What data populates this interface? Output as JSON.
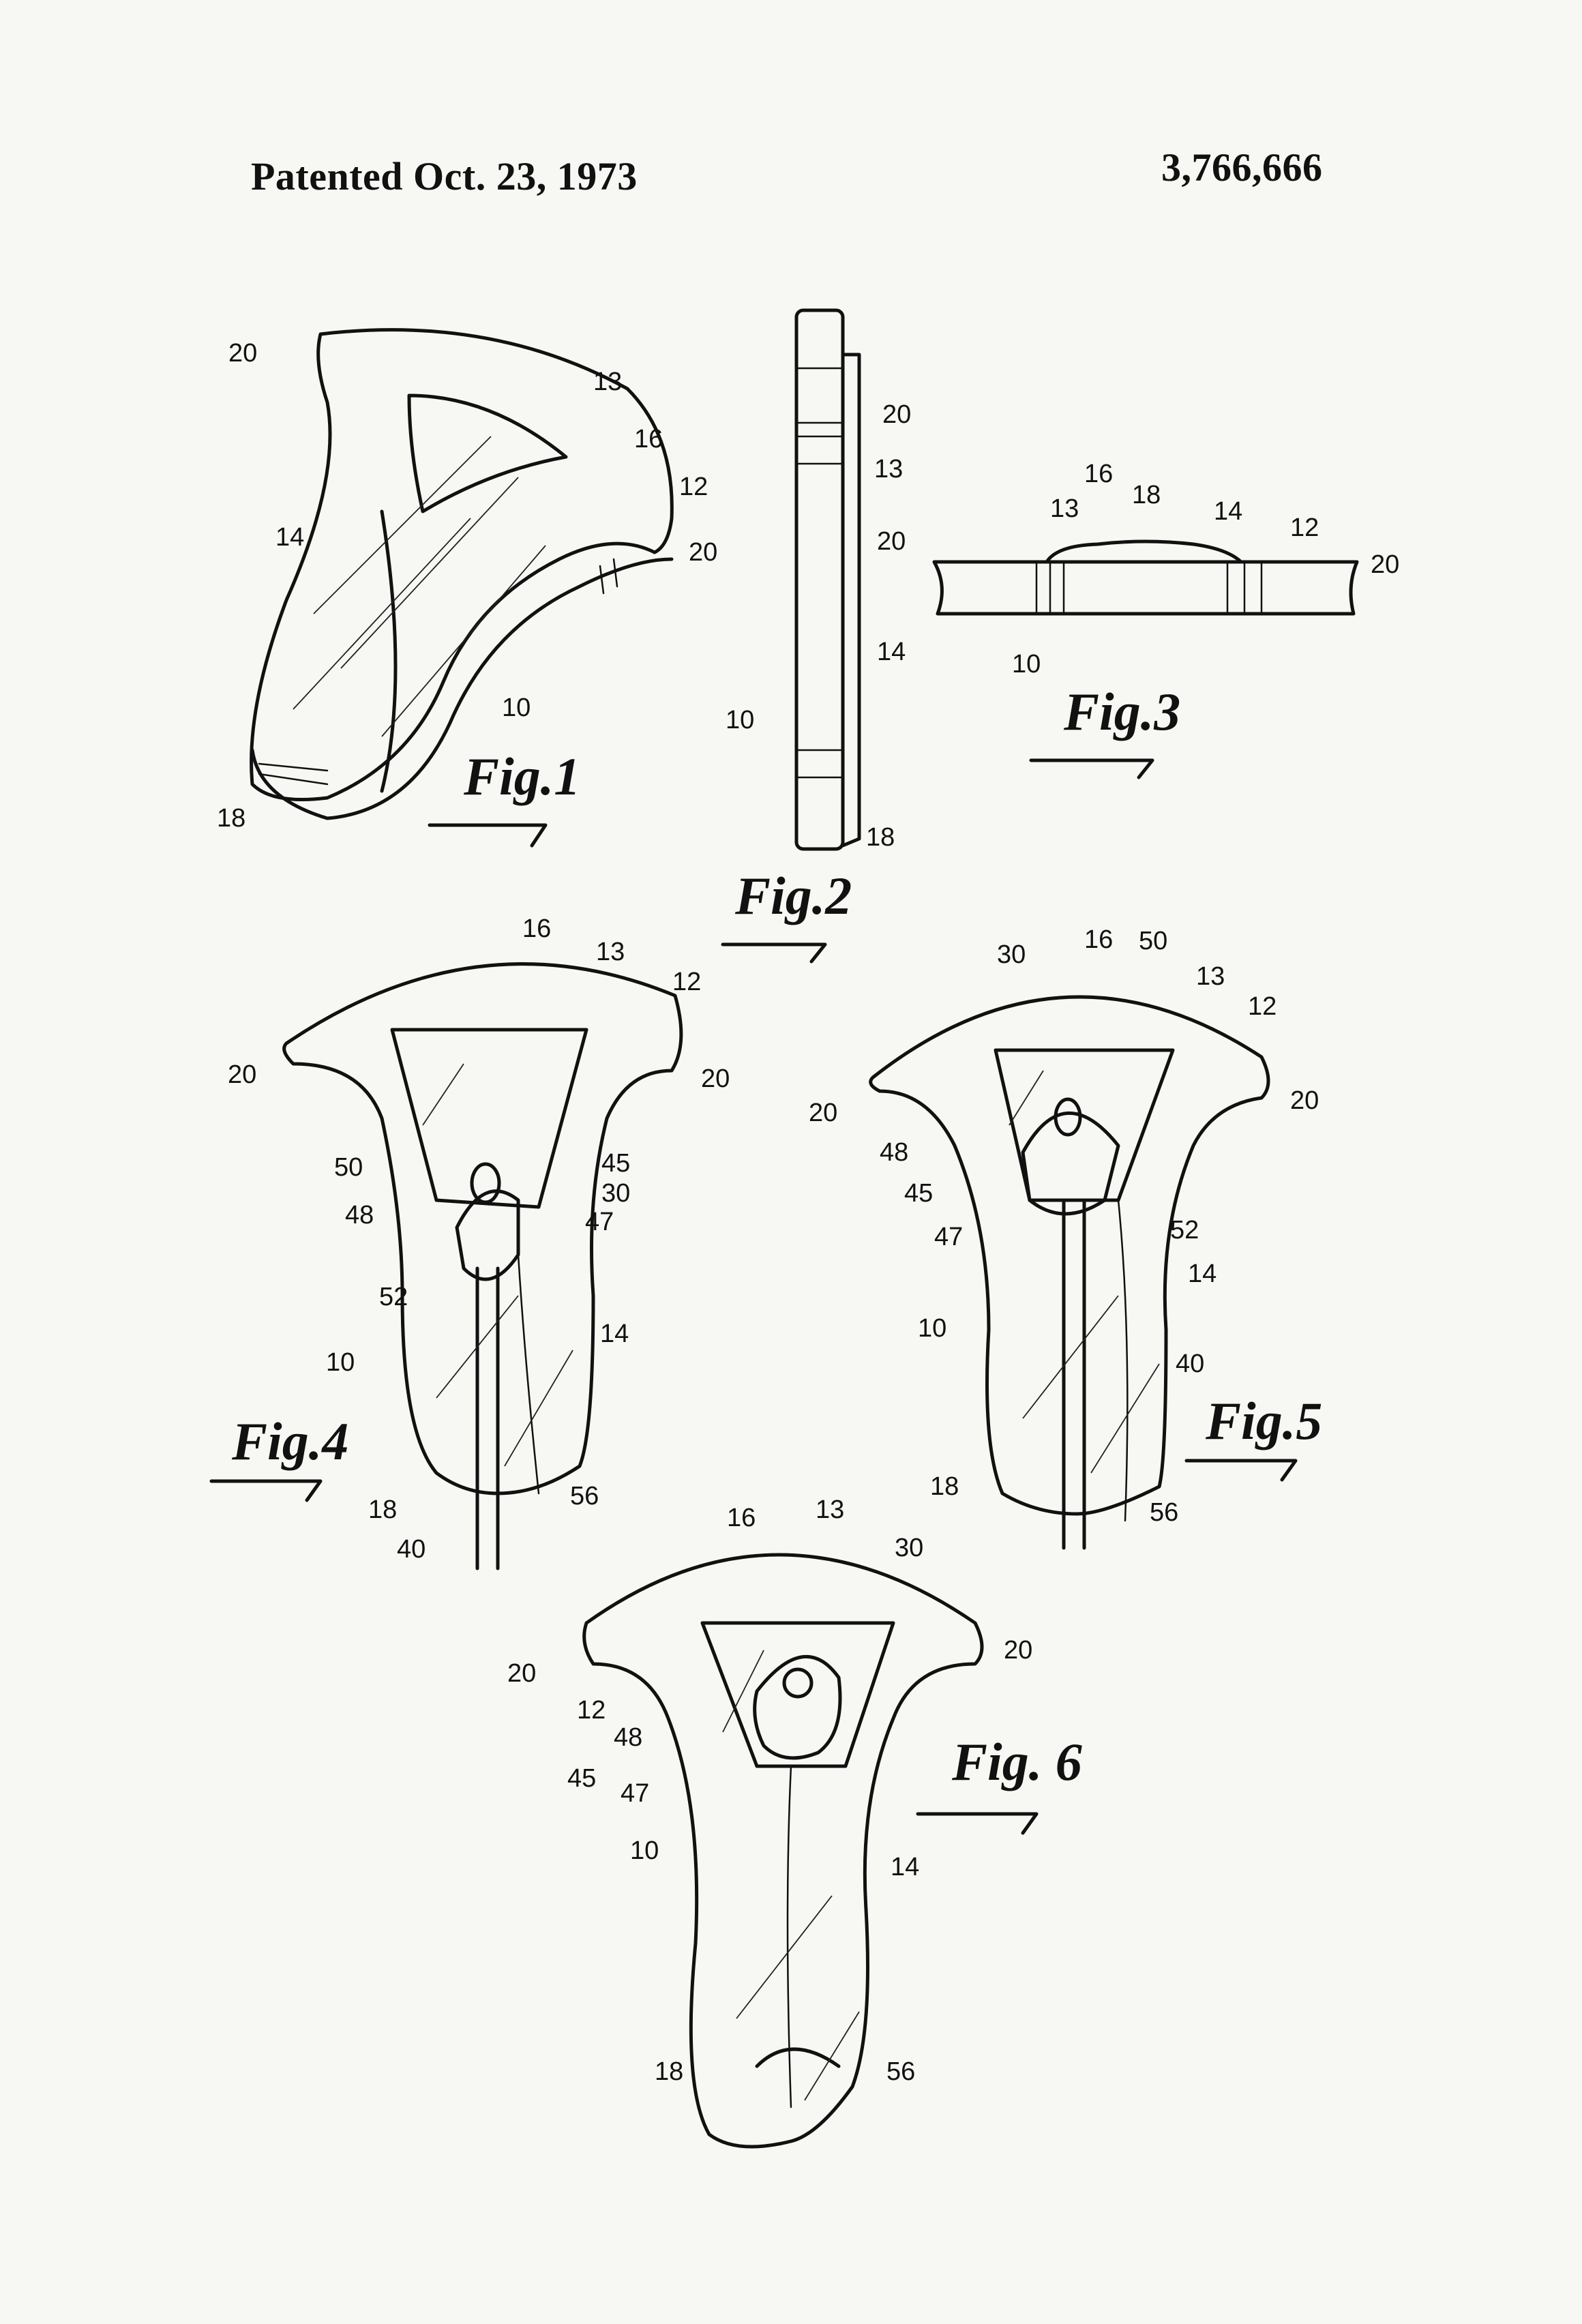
{
  "header": {
    "left": "Patented Oct. 23, 1973",
    "right": "3,766,666"
  },
  "figures": [
    {
      "caption": "Fig.1",
      "labels": [
        "20",
        "13",
        "16",
        "12",
        "14",
        "20",
        "10",
        "18"
      ]
    },
    {
      "caption": "Fig.2",
      "labels": [
        "20",
        "13",
        "14",
        "10",
        "18"
      ]
    },
    {
      "caption": "Fig.3",
      "labels": [
        "16",
        "13",
        "18",
        "14",
        "12",
        "20",
        "20",
        "10"
      ]
    },
    {
      "caption": "Fig.4",
      "labels": [
        "16",
        "13",
        "12",
        "20",
        "20",
        "50",
        "45",
        "30",
        "48",
        "47",
        "52",
        "14",
        "10",
        "18",
        "56",
        "40"
      ]
    },
    {
      "caption": "Fig.5",
      "labels": [
        "30",
        "16",
        "50",
        "13",
        "12",
        "20",
        "20",
        "48",
        "45",
        "47",
        "52",
        "14",
        "10",
        "40",
        "18",
        "56"
      ]
    },
    {
      "caption": "Fig. 6",
      "labels": [
        "16",
        "13",
        "30",
        "20",
        "20",
        "12",
        "48",
        "45",
        "47",
        "10",
        "14",
        "18",
        "56"
      ]
    }
  ]
}
